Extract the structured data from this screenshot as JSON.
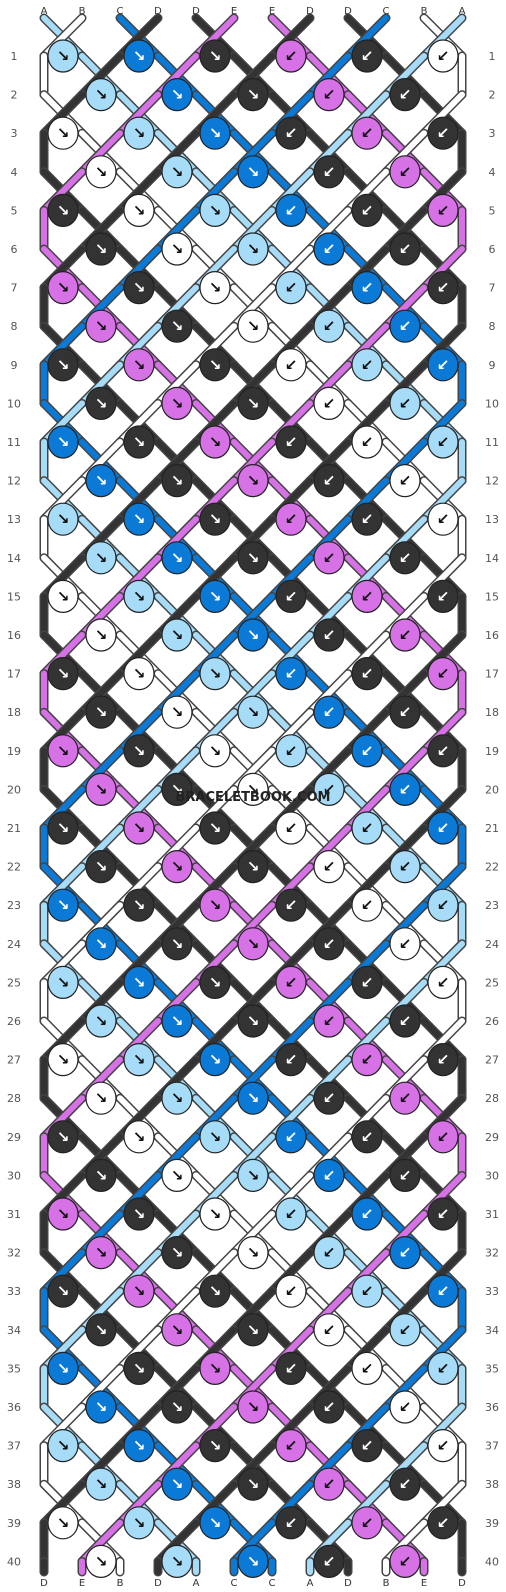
{
  "colors": {
    "A": "#a6dcf7",
    "B": "#ffffff",
    "C": "#0b7ad6",
    "D": "#333333",
    "E": "#d671e6"
  },
  "strands": [
    "A",
    "B",
    "C",
    "D",
    "D",
    "E",
    "E",
    "D",
    "D",
    "C",
    "B",
    "A"
  ],
  "row_count": 40,
  "watermark": "BRACELETBOOK.COM",
  "knot_arrow": "↘",
  "knot_arrow_rev": "↙",
  "knot_arrow_fb": "↳",
  "knot_arrow_bf": "↲"
}
